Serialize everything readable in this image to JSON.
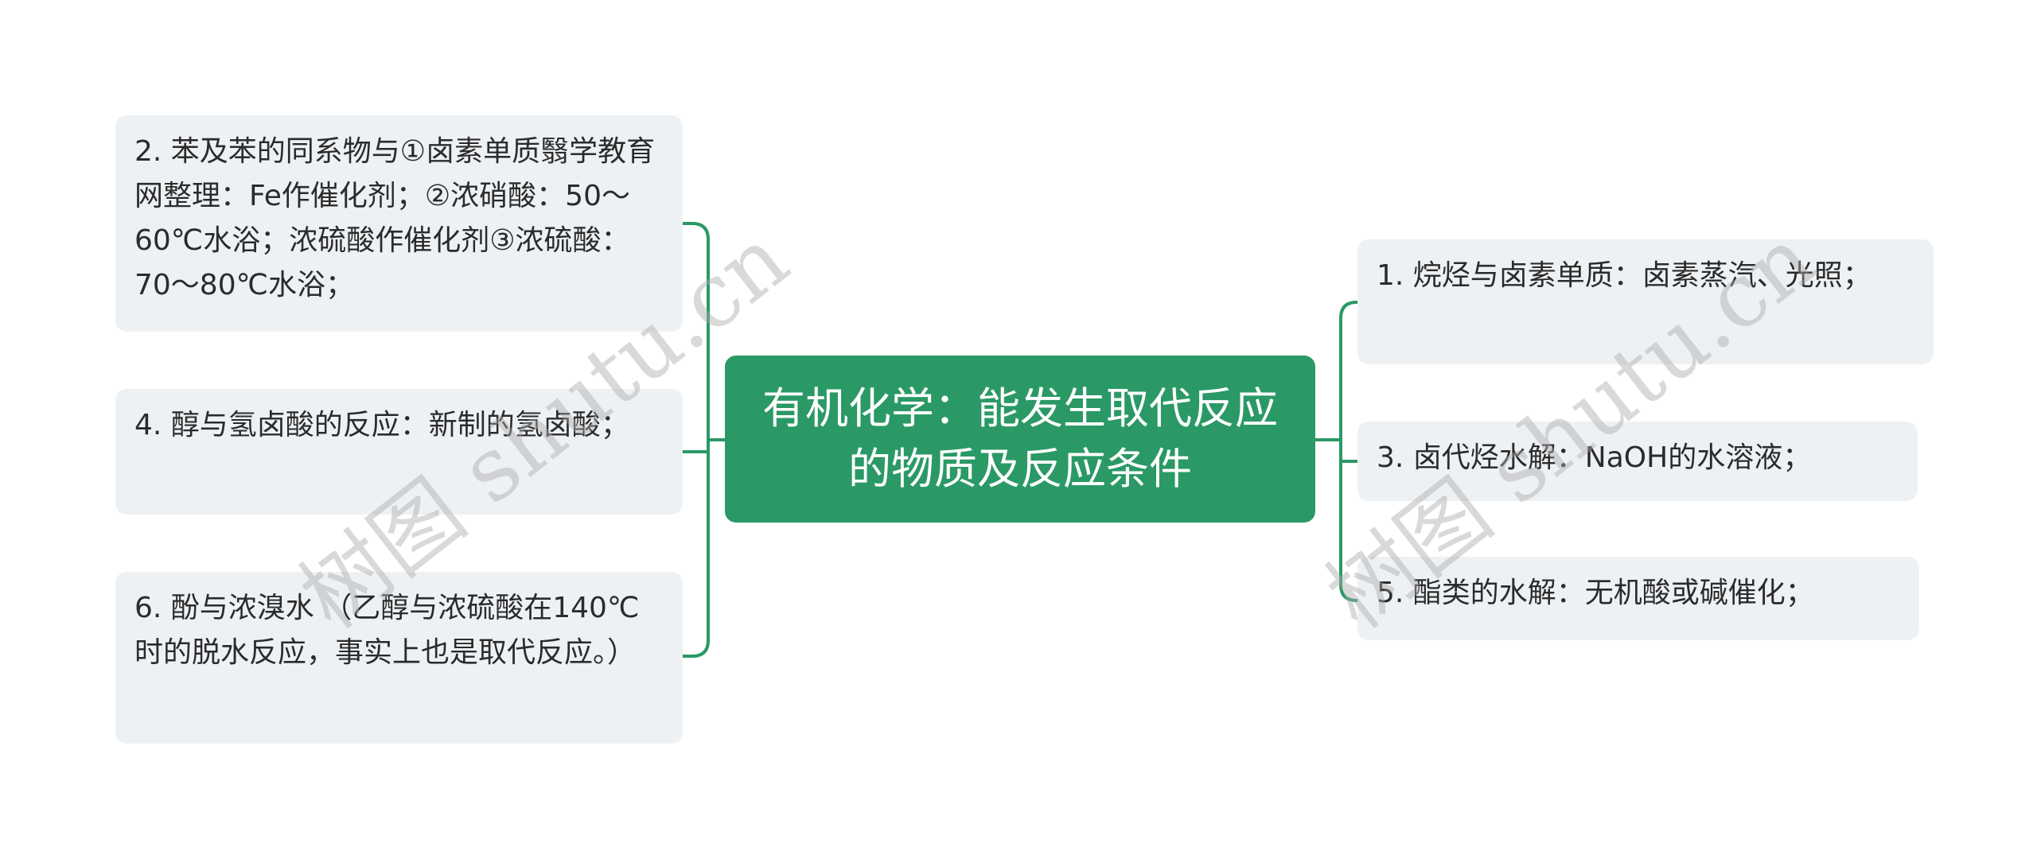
{
  "root": {
    "label": "有机化学：能发生取代反应的物质及反应条件",
    "color": "#2a9966"
  },
  "left_nodes": [
    {
      "label": "2. 苯及苯的同系物与①卤素单质翳学教育网整理：Fe作催化剂；②浓硝酸：50～60℃水浴；浓硫酸作催化剂③浓硫酸：70～80℃水浴；"
    },
    {
      "label": "4. 醇与氢卤酸的反应：新制的氢卤酸；"
    },
    {
      "label": "6. 酚与浓溴水 （乙醇与浓硫酸在140℃时的脱水反应，事实上也是取代反应。）"
    }
  ],
  "right_nodes": [
    {
      "label": "1. 烷烃与卤素单质：卤素蒸汽、光照；"
    },
    {
      "label": "3. 卤代烃水解：NaOH的水溶液；"
    },
    {
      "label": "5. 酯类的水解：无机酸或碱催化；"
    }
  ],
  "watermark": {
    "text": "树图 shutu.cn"
  },
  "colors": {
    "line": "#2a9966",
    "node_bg": "#eef1f4",
    "text": "#2b2b2b"
  }
}
